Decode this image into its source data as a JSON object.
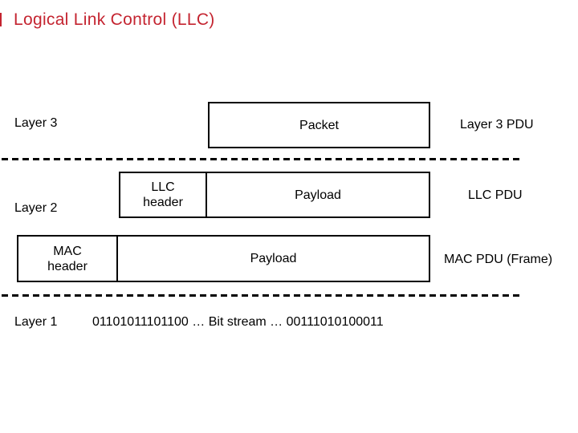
{
  "title": "Logical Link Control (LLC)",
  "colors": {
    "accent_red": "#c42430"
  },
  "diagram": {
    "layer3": {
      "label": "Layer 3",
      "packet": "Packet",
      "pdu": "Layer 3 PDU"
    },
    "layer2": {
      "label": "Layer 2",
      "llc": {
        "header": "LLC\nheader",
        "payload": "Payload",
        "pdu": "LLC PDU"
      },
      "mac": {
        "header": "MAC\nheader",
        "payload": "Payload",
        "pdu": "MAC PDU (Frame)"
      }
    },
    "layer1": {
      "label": "Layer 1",
      "bitstream": "01101011101100 … Bit stream … 00111010100011"
    }
  }
}
